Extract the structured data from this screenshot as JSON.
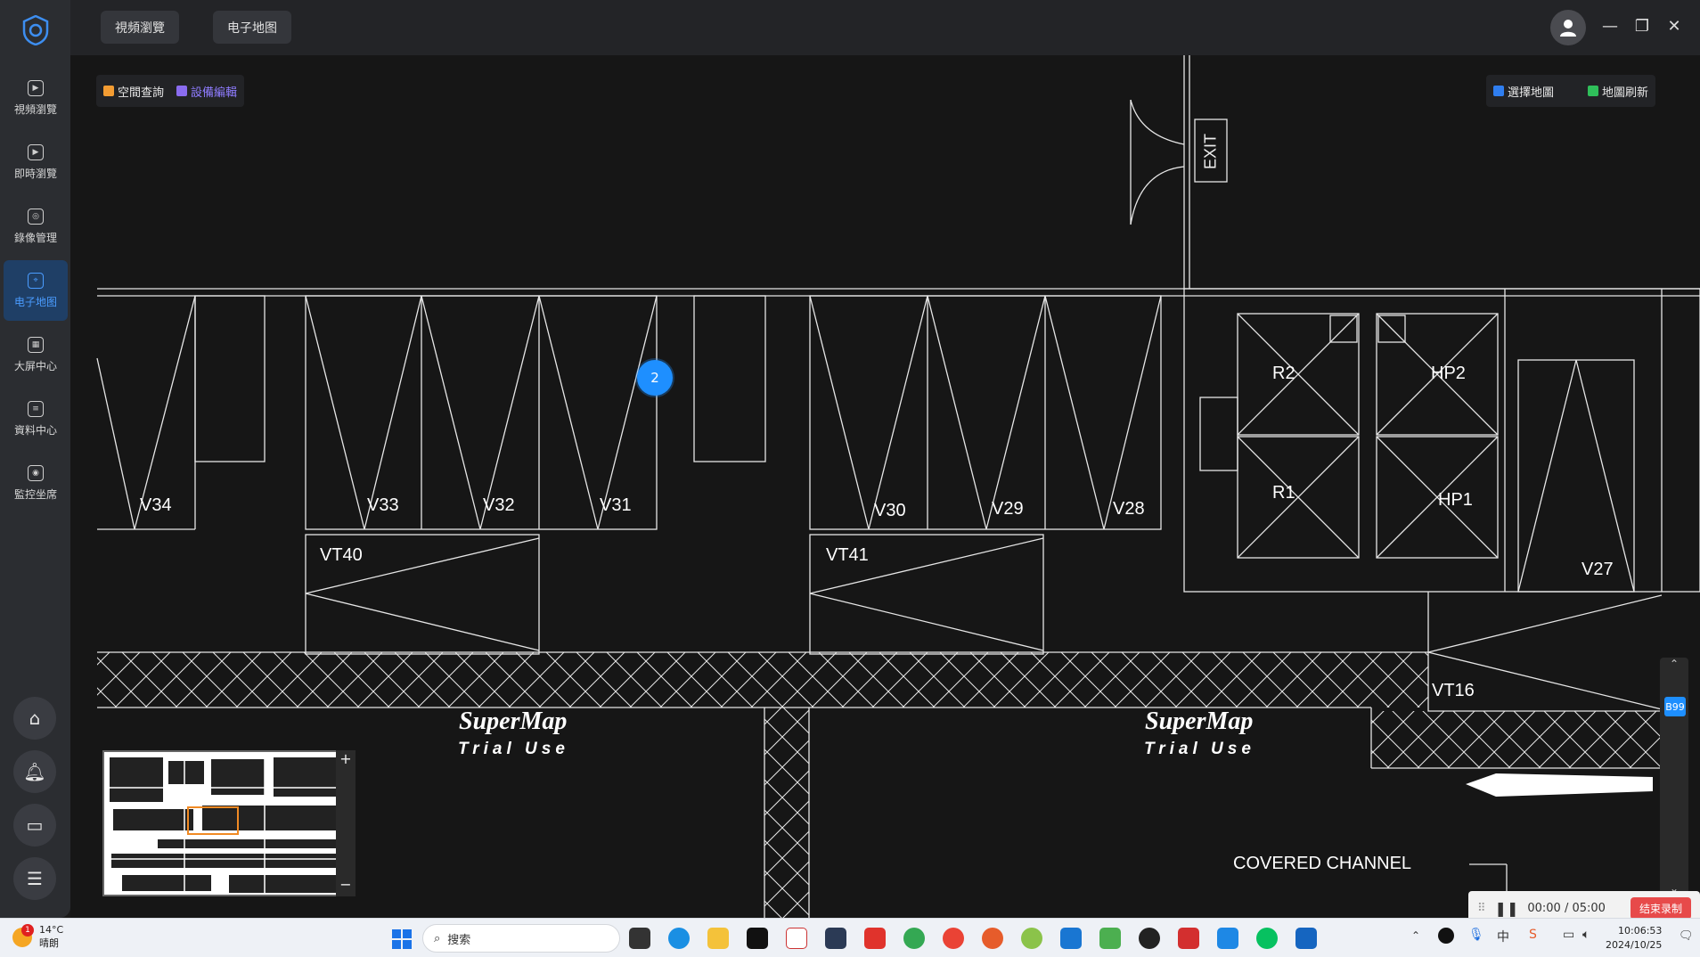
{
  "topbar": {
    "tabs": [
      "視頻瀏覽",
      "电子地图"
    ]
  },
  "sidebar": {
    "items": [
      {
        "label": "視頻瀏覽",
        "icon": "play-icon"
      },
      {
        "label": "即時瀏覽",
        "icon": "play-icon"
      },
      {
        "label": "錄像管理",
        "icon": "recorder-icon"
      },
      {
        "label": "电子地图",
        "icon": "map-pin-icon",
        "active": true
      },
      {
        "label": "大屏中心",
        "icon": "grid-icon"
      },
      {
        "label": "資料中心",
        "icon": "document-icon"
      },
      {
        "label": "監控坐席",
        "icon": "headset-icon"
      }
    ],
    "bottom": [
      "home-icon",
      "bell-icon",
      "monitor-icon",
      "menu-icon"
    ]
  },
  "map": {
    "tools_left": [
      "空間查詢",
      "設備編輯"
    ],
    "tools_right": [
      "選擇地圖",
      "地圖刷新"
    ],
    "marker_label": "2",
    "labels": {
      "exit": "EXIT",
      "r2": "R2",
      "r1": "R1",
      "hp2": "HP2",
      "hp1": "HP1",
      "v34": "V34",
      "v33": "V33",
      "v32": "V32",
      "v31": "V31",
      "v30": "V30",
      "v29": "V29",
      "v28": "V28",
      "v27": "V27",
      "vt40": "VT40",
      "vt41": "VT41",
      "vt16": "VT16",
      "covered": "COVERED CHANNEL",
      "watermark_brand": "SuperMap",
      "watermark_sub": "Trial Use"
    },
    "badge": "B99",
    "minimap_zoom": [
      "+",
      "−"
    ]
  },
  "recording": {
    "time": "00:00 / 05:00",
    "stop_label": "结束录制"
  },
  "taskbar": {
    "weather_temp": "14°C",
    "weather_desc": "晴朗",
    "weather_alert": "1",
    "search_placeholder": "搜索",
    "time": "10:06:53",
    "date": "2024/10/25"
  },
  "colors": {
    "accent": "#1e8fff",
    "active_nav_bg": "#1f3f66",
    "stop_red": "#e74a4a"
  }
}
